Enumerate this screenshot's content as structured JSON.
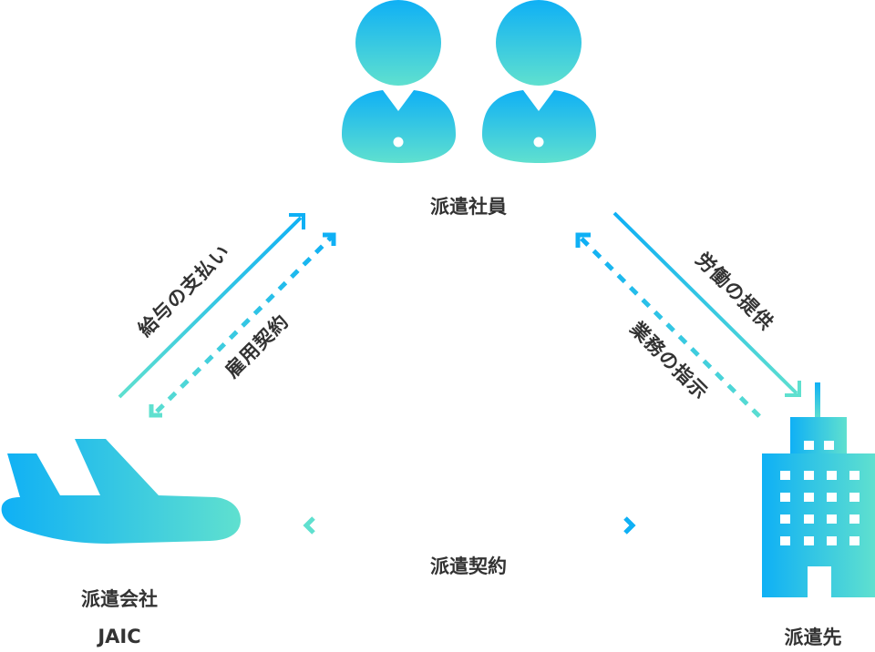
{
  "diagram": {
    "nodes": {
      "employee": {
        "label": "派遣社員",
        "icon": "two-person-icon"
      },
      "dispatch_company": {
        "label": "派遣会社",
        "sublabel": "JAIC",
        "icon": "airplane-icon"
      },
      "client": {
        "label": "派遣先",
        "icon": "office-building-icon"
      }
    },
    "edges": {
      "salary": {
        "label": "給与の支払い",
        "style": "solid"
      },
      "employment_contract": {
        "label": "雇用契約",
        "style": "dashed"
      },
      "labor_provision": {
        "label": "労働の提供",
        "style": "solid"
      },
      "work_instruction": {
        "label": "業務の指示",
        "style": "dashed"
      },
      "dispatch_contract": {
        "label": "派遣契約",
        "style": "dashed"
      }
    },
    "colors": {
      "gradient_start": "#0fb0f5",
      "gradient_end": "#5fe0cf",
      "text": "#333333",
      "white": "#ffffff"
    }
  }
}
